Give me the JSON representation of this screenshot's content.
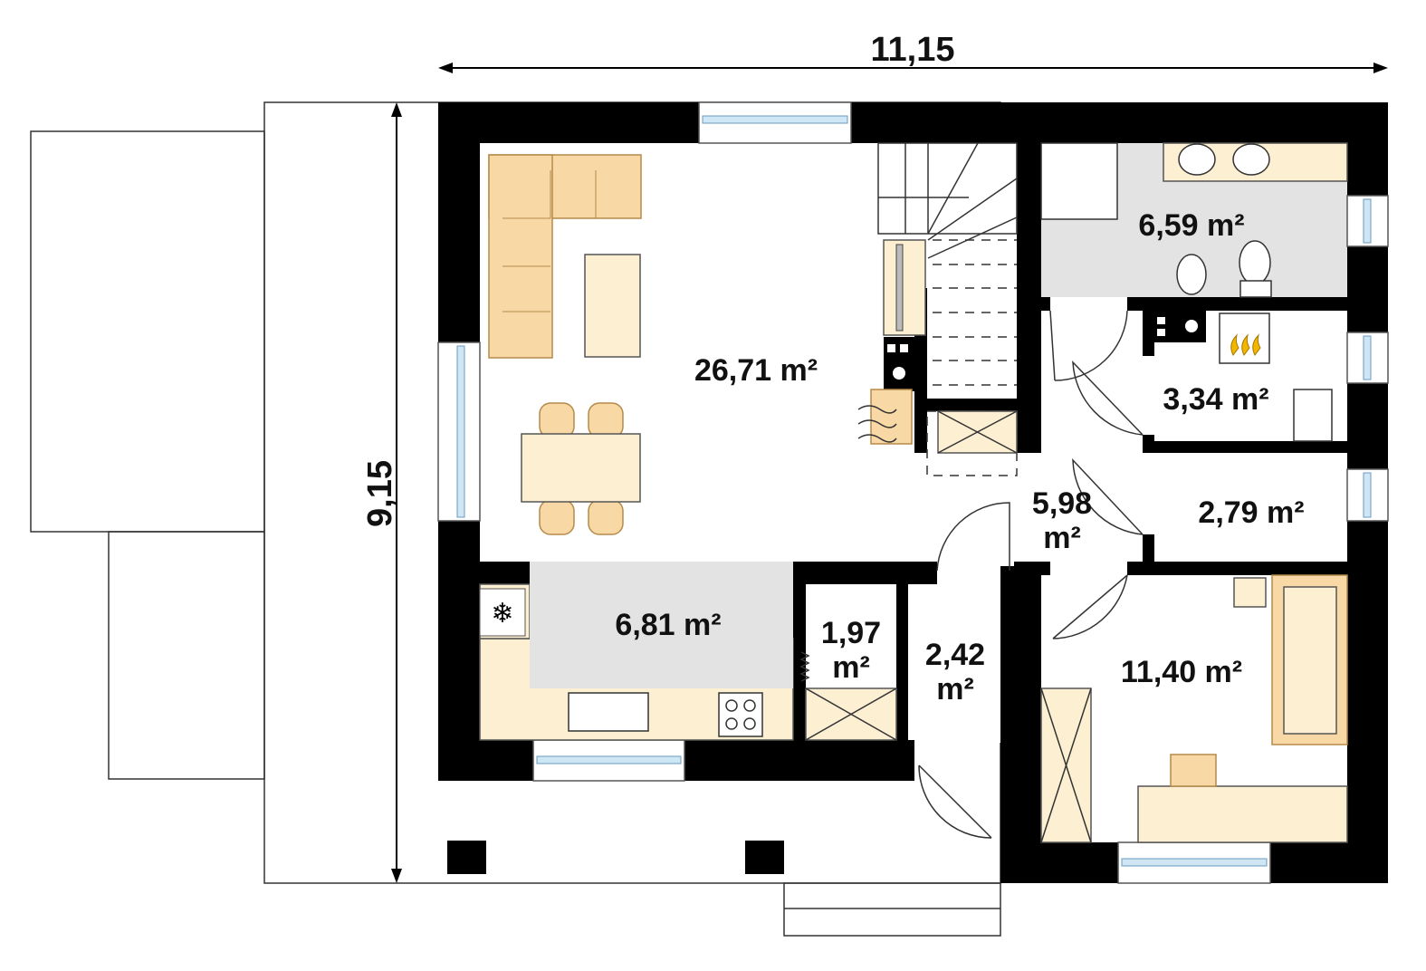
{
  "dimensions": {
    "width": "11,15",
    "depth": "9,15"
  },
  "rooms": [
    {
      "id": "living",
      "area": "26,71 m²"
    },
    {
      "id": "bathroom",
      "area": "6,59 m²"
    },
    {
      "id": "boiler",
      "area": "3,34 m²"
    },
    {
      "id": "hall",
      "area_line1": "5,98",
      "area_line2": "m²"
    },
    {
      "id": "storage",
      "area": "2,79 m²"
    },
    {
      "id": "kitchen",
      "area": "6,81 m²"
    },
    {
      "id": "pantry",
      "area_line1": "1,97",
      "area_line2": "m²"
    },
    {
      "id": "vestibule",
      "area_line1": "2,42",
      "area_line2": "m²"
    },
    {
      "id": "bedroom",
      "area": "11,40 m²"
    }
  ],
  "colors": {
    "wall": "#000000",
    "furniture": "#fdefd2",
    "sofa": "#f8d9a6",
    "wet_area": "#e3e3e3",
    "glass": "#cfe6f5"
  }
}
